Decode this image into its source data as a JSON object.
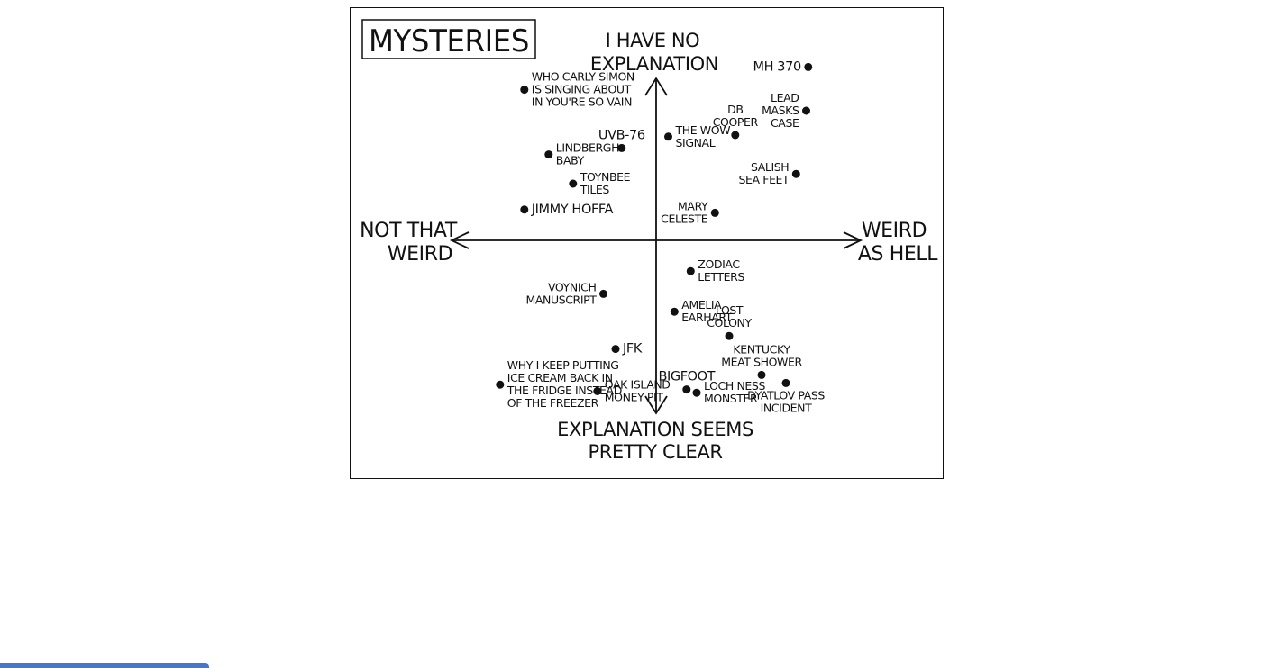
{
  "chart_data": {
    "type": "scatter",
    "title": "MYSTERIES",
    "axes": {
      "top": [
        "I HAVE NO",
        "EXPLANATION"
      ],
      "bottom": [
        "EXPLANATION SEEMS",
        "PRETTY CLEAR"
      ],
      "left": [
        "NOT THAT",
        "WEIRD"
      ],
      "right": [
        "WEIRD",
        "AS HELL"
      ]
    },
    "x_meaning": "weirdness (NOT THAT WEIRD → WEIRD AS HELL)",
    "y_meaning": "explanation (EXPLANATION SEEMS PRETTY CLEAR → I HAVE NO EXPLANATION)",
    "xlim": [
      -1,
      1
    ],
    "ylim": [
      -1,
      1
    ],
    "points": [
      {
        "lines": [
          "WHO CARLY SIMON",
          "IS SINGING ABOUT",
          "IN YOU'RE SO VAIN"
        ],
        "x": -0.65,
        "y": 0.93,
        "label_side": "right"
      },
      {
        "lines": [
          "UVB-76"
        ],
        "x": -0.17,
        "y": 0.57,
        "label_side": "above"
      },
      {
        "lines": [
          "LINDBERGH",
          "BABY"
        ],
        "x": -0.53,
        "y": 0.53,
        "label_side": "right"
      },
      {
        "lines": [
          "TOYNBEE",
          "TILES"
        ],
        "x": -0.41,
        "y": 0.35,
        "label_side": "right"
      },
      {
        "lines": [
          "JIMMY HOFFA"
        ],
        "x": -0.65,
        "y": 0.19,
        "label_side": "right"
      },
      {
        "lines": [
          "THE WOW",
          "SIGNAL"
        ],
        "x": 0.06,
        "y": 0.64,
        "label_side": "right"
      },
      {
        "lines": [
          "DB",
          "COOPER"
        ],
        "x": 0.39,
        "y": 0.65,
        "label_side": "above"
      },
      {
        "lines": [
          "MH 370"
        ],
        "x": 0.75,
        "y": 1.07,
        "label_side": "left"
      },
      {
        "lines": [
          "LEAD",
          "MASKS",
          "CASE"
        ],
        "x": 0.74,
        "y": 0.8,
        "label_side": "left"
      },
      {
        "lines": [
          "SALISH",
          "SEA FEET"
        ],
        "x": 0.69,
        "y": 0.41,
        "label_side": "left"
      },
      {
        "lines": [
          "MARY",
          "CELESTE"
        ],
        "x": 0.29,
        "y": 0.17,
        "label_side": "left"
      },
      {
        "lines": [
          "ZODIAC",
          "LETTERS"
        ],
        "x": 0.17,
        "y": -0.19,
        "label_side": "right"
      },
      {
        "lines": [
          "VOYNICH",
          "MANUSCRIPT"
        ],
        "x": -0.26,
        "y": -0.33,
        "label_side": "left"
      },
      {
        "lines": [
          "AMELIA",
          "EARHART"
        ],
        "x": 0.09,
        "y": -0.44,
        "label_side": "right"
      },
      {
        "lines": [
          "LOST",
          "COLONY"
        ],
        "x": 0.36,
        "y": -0.59,
        "label_side": "above"
      },
      {
        "lines": [
          "JFK"
        ],
        "x": -0.2,
        "y": -0.67,
        "label_side": "right"
      },
      {
        "lines": [
          "KENTUCKY",
          "MEAT SHOWER"
        ],
        "x": 0.52,
        "y": -0.83,
        "label_side": "above"
      },
      {
        "lines": [
          "WHY I KEEP PUTTING",
          "ICE CREAM BACK IN",
          "THE FRIDGE INSTEAD",
          "OF THE FREEZER"
        ],
        "x": -0.77,
        "y": -0.89,
        "label_side": "right"
      },
      {
        "lines": [
          "OAK ISLAND",
          "MONEY PIT"
        ],
        "x": -0.29,
        "y": -0.93,
        "label_side": "right"
      },
      {
        "lines": [
          "BIGFOOT"
        ],
        "x": 0.15,
        "y": -0.92,
        "label_side": "above"
      },
      {
        "lines": [
          "LOCH NESS",
          "MONSTER"
        ],
        "x": 0.2,
        "y": -0.94,
        "label_side": "right"
      },
      {
        "lines": [
          "DYATLOV PASS",
          "INCIDENT"
        ],
        "x": 0.64,
        "y": -0.88,
        "label_side": "below"
      }
    ]
  }
}
